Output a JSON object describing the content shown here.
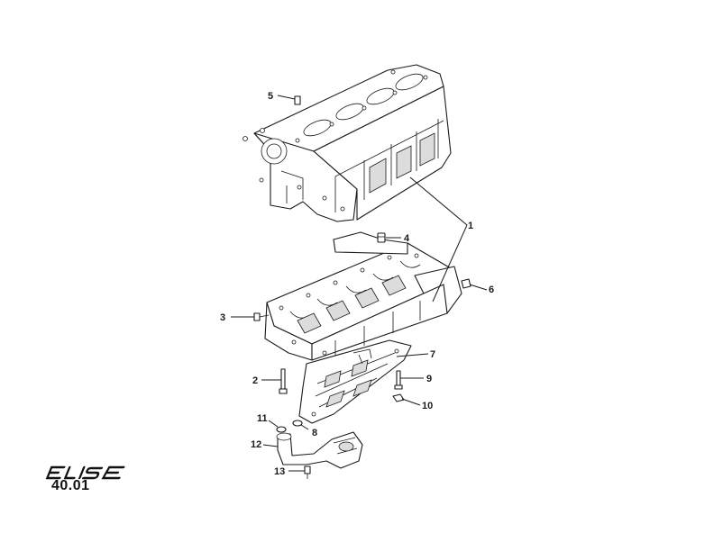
{
  "brand": {
    "logo_text": "ELISE"
  },
  "page": {
    "reference": "40.01"
  },
  "callouts": [
    {
      "id": "c1",
      "label": "1"
    },
    {
      "id": "c2",
      "label": "2"
    },
    {
      "id": "c3",
      "label": "3"
    },
    {
      "id": "c4",
      "label": "4"
    },
    {
      "id": "c5",
      "label": "5"
    },
    {
      "id": "c6",
      "label": "6"
    },
    {
      "id": "c7",
      "label": "7"
    },
    {
      "id": "c8",
      "label": "8"
    },
    {
      "id": "c9",
      "label": "9"
    },
    {
      "id": "c10",
      "label": "10"
    },
    {
      "id": "c11",
      "label": "11"
    },
    {
      "id": "c12",
      "label": "12"
    },
    {
      "id": "c13",
      "label": "13"
    }
  ]
}
